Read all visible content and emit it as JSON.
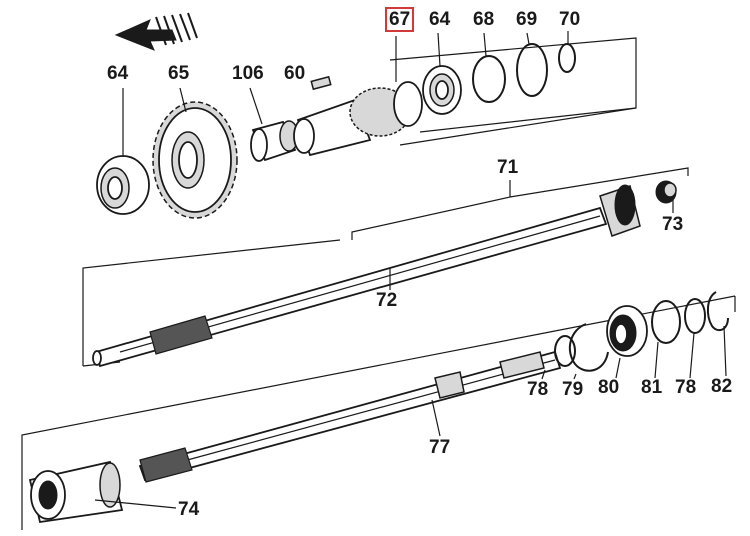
{
  "diagram": {
    "highlight_color": "#d23a3a",
    "parts": [
      {
        "id": "p67",
        "label": "67",
        "highlighted": true
      },
      {
        "id": "p64a",
        "label": "64",
        "highlighted": false
      },
      {
        "id": "p68",
        "label": "68",
        "highlighted": false
      },
      {
        "id": "p69",
        "label": "69",
        "highlighted": false
      },
      {
        "id": "p70",
        "label": "70",
        "highlighted": false
      },
      {
        "id": "p64b",
        "label": "64",
        "highlighted": false
      },
      {
        "id": "p65",
        "label": "65",
        "highlighted": false
      },
      {
        "id": "p106",
        "label": "106",
        "highlighted": false
      },
      {
        "id": "p60",
        "label": "60",
        "highlighted": false
      },
      {
        "id": "p71",
        "label": "71",
        "highlighted": false
      },
      {
        "id": "p73",
        "label": "73",
        "highlighted": false
      },
      {
        "id": "p72",
        "label": "72",
        "highlighted": false
      },
      {
        "id": "p78a",
        "label": "78",
        "highlighted": false
      },
      {
        "id": "p79",
        "label": "79",
        "highlighted": false
      },
      {
        "id": "p80",
        "label": "80",
        "highlighted": false
      },
      {
        "id": "p81",
        "label": "81",
        "highlighted": false
      },
      {
        "id": "p78b",
        "label": "78",
        "highlighted": false
      },
      {
        "id": "p82",
        "label": "82",
        "highlighted": false
      },
      {
        "id": "p77",
        "label": "77",
        "highlighted": false
      },
      {
        "id": "p74",
        "label": "74",
        "highlighted": false
      }
    ]
  }
}
